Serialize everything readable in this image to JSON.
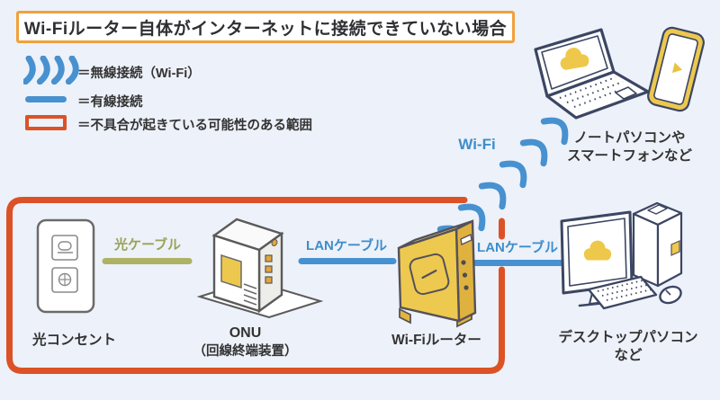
{
  "canvas": {
    "background": "#edf1f9"
  },
  "title": {
    "text": "Wi-Fiルーター自体がインターネットに接続できていない場合",
    "border_color": "#f1a13b",
    "background": "#ffffff"
  },
  "legend": {
    "items": [
      {
        "icon": "wifi-waves-icon",
        "label": "＝無線接続（Wi-Fi）"
      },
      {
        "icon": "wired-line-icon",
        "label": "＝有線接続"
      },
      {
        "icon": "trouble-range-icon",
        "label": "＝不具合が起きている可能性のある範囲"
      }
    ]
  },
  "diagram": {
    "trouble_area": {
      "color": "#dc5226"
    },
    "nodes": {
      "outlet": {
        "label": "光コンセント"
      },
      "onu": {
        "label": "ONU",
        "sublabel": "（回線終端装置）"
      },
      "router": {
        "label": "Wi-Fiルーター"
      },
      "desktop": {
        "label": "デスクトップパソコン",
        "sublabel": "など"
      },
      "mobile": {
        "label": "ノートパソコンや",
        "sublabel": "スマートフォンなど"
      }
    },
    "connections": {
      "optical": {
        "label": "光ケーブル",
        "color": "#adb264",
        "text_color": "#9aa259"
      },
      "lan1": {
        "label": "LANケーブル",
        "color": "#4791d0",
        "text_color": "#3d8dcb"
      },
      "lan2": {
        "label": "LANケーブル",
        "color": "#4791d0",
        "text_color": "#3d8dcb"
      },
      "wifi": {
        "label": "Wi-Fi",
        "color": "#4791d0",
        "text_color": "#3d8dcb"
      }
    }
  },
  "colors": {
    "accent_orange": "#dc5226",
    "title_border_orange": "#f1a13b",
    "blue": "#4791d0",
    "olive": "#adb264",
    "device_yellow": "#edc84e",
    "outline_navy": "#3c4663",
    "text_dark": "#333333"
  }
}
